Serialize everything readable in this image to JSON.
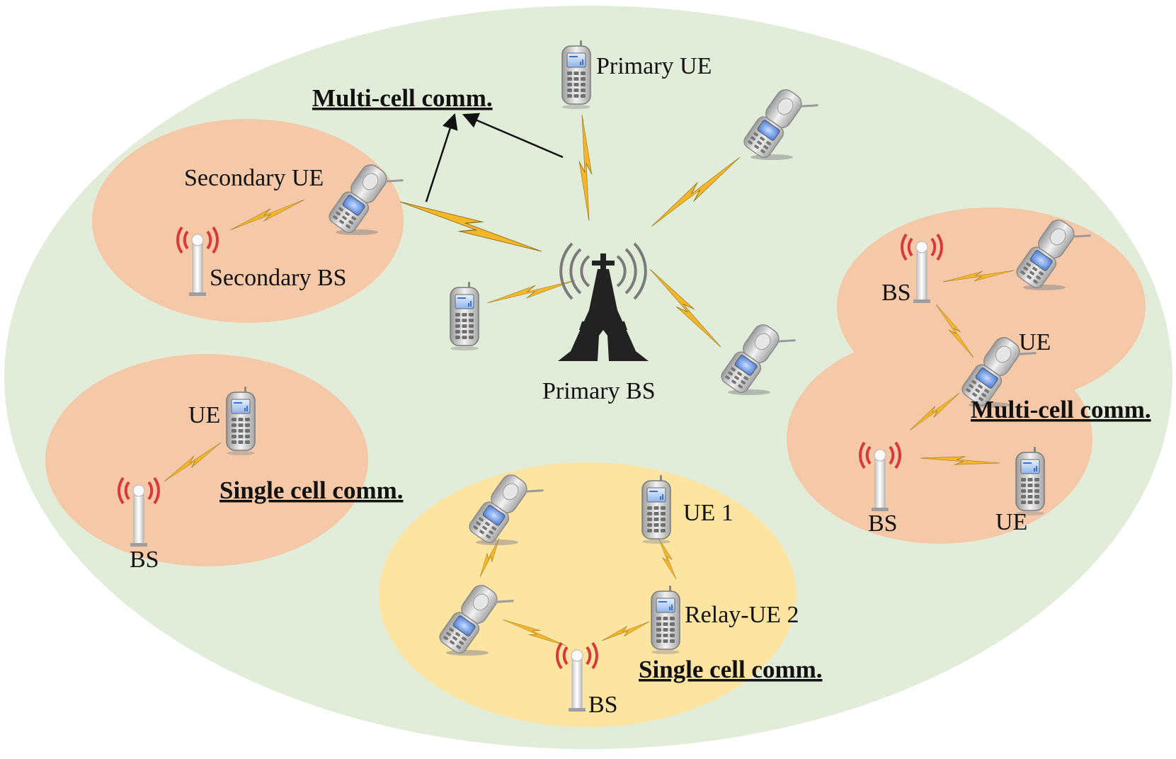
{
  "colors": {
    "outer_cell": "#e2edd9",
    "small_cell": "#f5c8a8",
    "relay_cell": "#fde4a0",
    "bolt": "#f5b62a",
    "bolt_stroke": "#8a6a10",
    "antenna_wave": "#d63a3a",
    "tower": "#222222",
    "tower_wave": "#777777"
  },
  "labels": {
    "primary_ue": "Primary UE",
    "primary_bs": "Primary BS",
    "secondary_ue": "Secondary UE",
    "secondary_bs": "Secondary BS",
    "multi_cell_top": "Multi-cell comm.",
    "multi_cell_right": "Multi-cell comm.",
    "single_cell_left": "Single cell comm.",
    "single_cell_bottom": "Single cell comm.",
    "left_ue": "UE",
    "left_bs": "BS",
    "right_bs_top": "BS",
    "right_ue_mid": "UE",
    "right_bs_bottom": "BS",
    "right_ue_bottom": "UE",
    "relay_ue1": "UE 1",
    "relay_ue2": "Relay-UE 2",
    "relay_bs": "BS"
  },
  "icons": [
    "tower-icon",
    "base-station-icon",
    "bar-phone-icon",
    "flip-phone-icon",
    "lightning-link-icon",
    "arrow-icon"
  ]
}
